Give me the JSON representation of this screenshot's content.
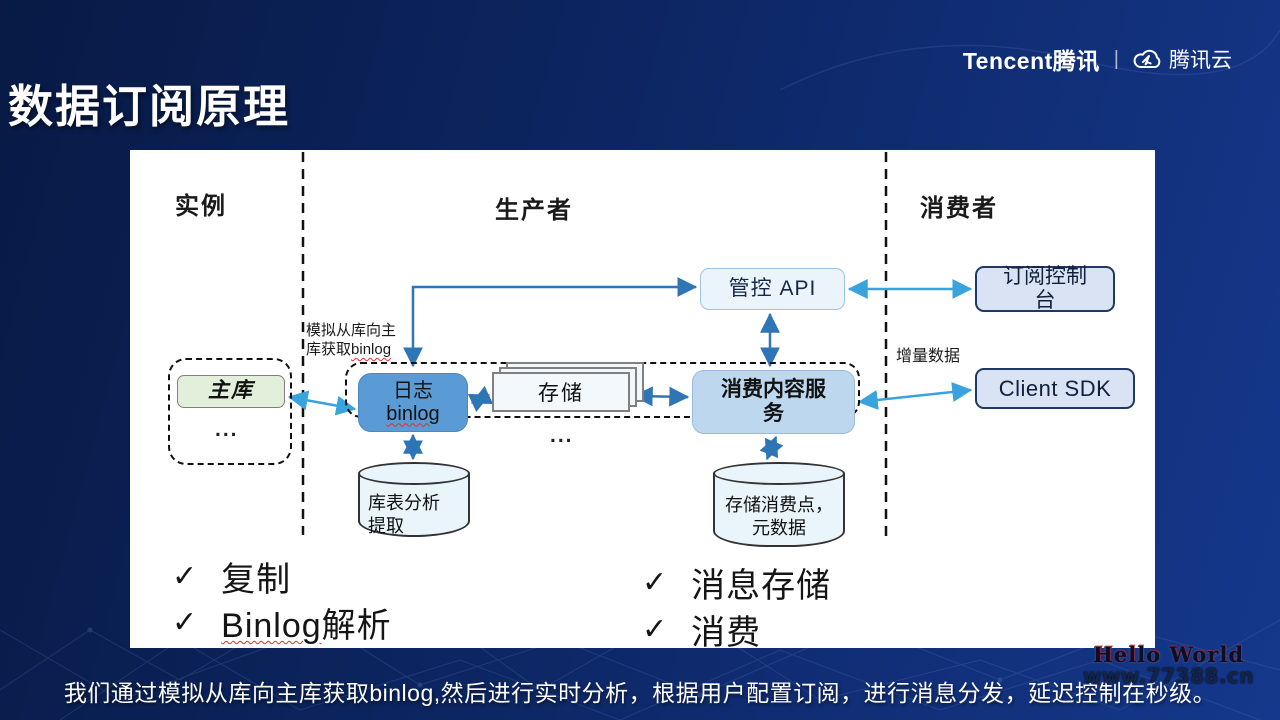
{
  "header": {
    "title": "数据订阅原理",
    "brand": {
      "tencent": "Tencent腾讯",
      "divider": "|",
      "cloud_name": "腾讯云"
    }
  },
  "diagram": {
    "section_headers": {
      "instance": "实例",
      "producer": "生产者",
      "consumer": "消费者"
    },
    "instance": {
      "master_db": "主库",
      "ellipsis": "..."
    },
    "producer": {
      "simulate_label": {
        "line1": "模拟从库向主",
        "line2_pre": "库获取",
        "line2_squiggle": "binlog"
      },
      "log_box": {
        "line1": "日志",
        "line2_squiggle": "binlog"
      },
      "storage_stack": "存储",
      "storage_ellipsis": "...",
      "consume_service": "消费内容服务",
      "control_api": "管控 API",
      "table_analysis": {
        "line1": "库表分析",
        "line2": "提取"
      },
      "consume_point": {
        "line1": "存储消费点，",
        "line2": "元数据"
      }
    },
    "consumer": {
      "subscribe_console": "订阅控制台",
      "client_sdk": "Client SDK",
      "incremental_label": "增量数据"
    },
    "checklist_left": {
      "mark": "✓",
      "item1": "复制",
      "item2_squiggle": "Binlog",
      "item2_rest": "解析"
    },
    "checklist_right": {
      "mark": "✓",
      "item1": "消息存储",
      "item2": "消费"
    }
  },
  "caption": "我们通过模拟从库向主库获取binlog,然后进行实时分析，根据用户配置订阅，进行消息分发，延迟控制在秒级。",
  "watermark": {
    "line1": "Hello World",
    "line2": "www.77388.cn"
  },
  "colors": {
    "background_navy": "#0d2663",
    "dark_arrow": "#2e75b6",
    "light_arrow": "#38a3dc",
    "log_box_fill": "#5b9bd5",
    "service_box_fill": "#bdd7ee",
    "api_box_fill": "#ebf3fb",
    "console_box_fill": "#dae3f3",
    "master_box_fill": "#e2efda",
    "cylinder_fill": "#e9f4fb"
  }
}
